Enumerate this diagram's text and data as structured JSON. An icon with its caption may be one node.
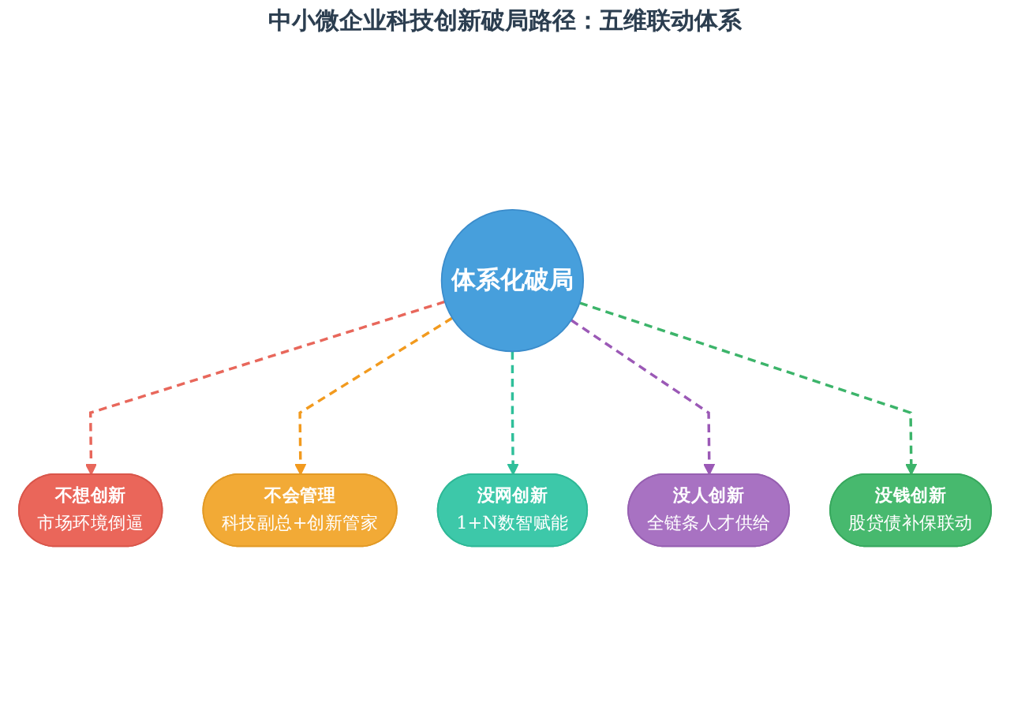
{
  "diagram": {
    "title": "中小微企业科技创新破局路径：五维联动体系",
    "nodes": [
      {
        "text": [
          "体系化破局"
        ]
      },
      {
        "text": [
          "不想创新",
          "市场环境倒逼"
        ]
      },
      {
        "text": [
          "不会管理",
          "科技副总+创新管家"
        ]
      },
      {
        "text": [
          "没网创新",
          "1+N数智赋能"
        ]
      },
      {
        "text": [
          "没人创新",
          "全链条人才供给"
        ]
      },
      {
        "text": [
          "没钱创新",
          "股贷债补保联动"
        ]
      }
    ],
    "edges": [
      {
        "from": 0,
        "to": 1,
        "arrow": "to",
        "style": "dashed",
        "color": "#e8675b"
      },
      {
        "from": 0,
        "to": 2,
        "arrow": "to",
        "style": "dashed",
        "color": "#f29a1e"
      },
      {
        "from": 0,
        "to": 3,
        "arrow": "to",
        "style": "dashed",
        "color": "#2fbf9a"
      },
      {
        "from": 0,
        "to": 4,
        "arrow": "to",
        "style": "dashed",
        "color": "#9b59b6"
      },
      {
        "from": 0,
        "to": 5,
        "arrow": "to",
        "style": "dashed",
        "color": "#3cb46a"
      }
    ]
  }
}
